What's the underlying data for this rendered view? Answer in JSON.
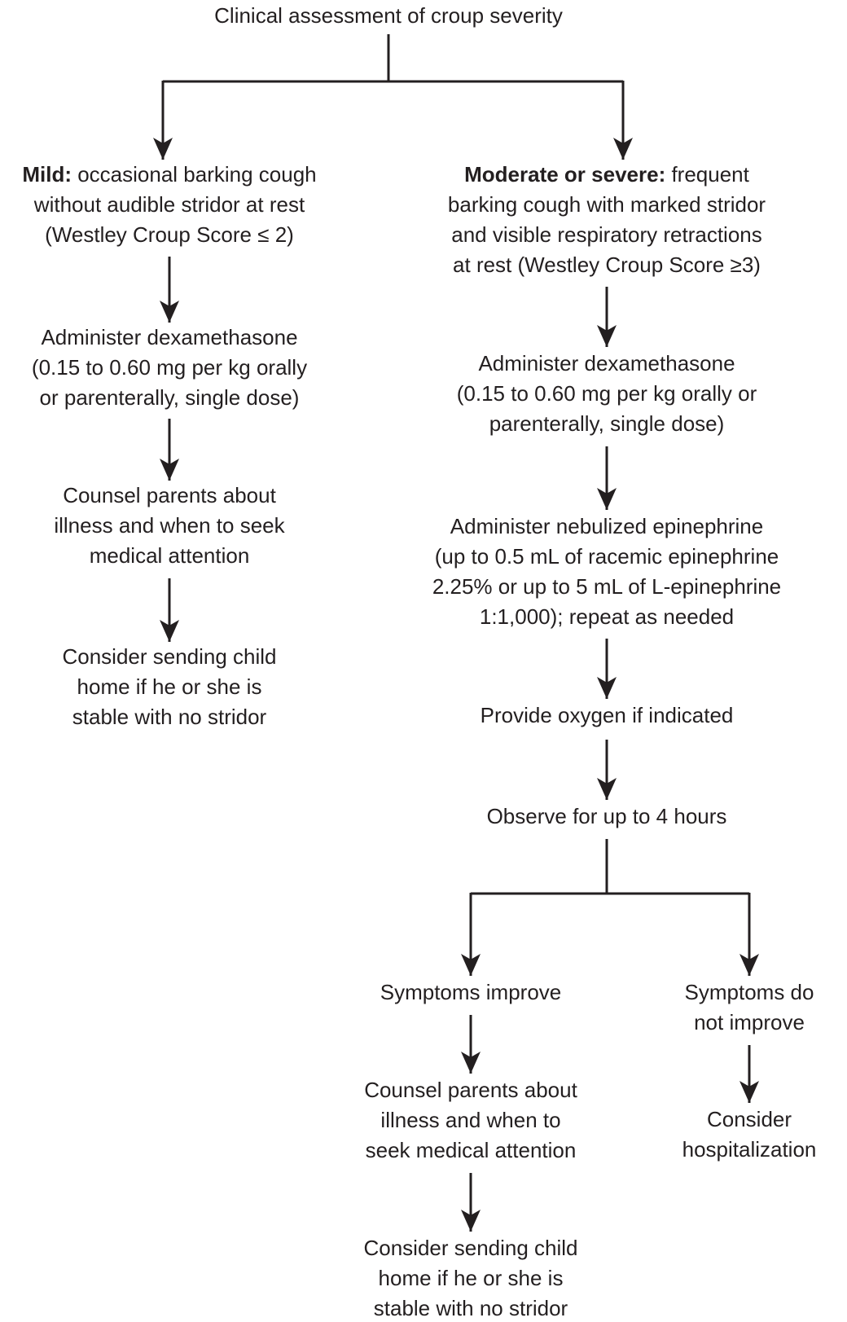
{
  "meta": {
    "background_color": "#ffffff",
    "text_color": "#231f20",
    "line_color": "#231f20"
  },
  "title": "Clinical assessment of croup severity",
  "nodes": {
    "mild": {
      "lines": [
        {
          "bold": "Mild:",
          "text": " occasional barking cough"
        },
        {
          "text": "without audible stridor at rest"
        },
        {
          "text": "(Westley Croup Score ≤ 2)"
        }
      ]
    },
    "mild_dexamethasone": {
      "lines": [
        {
          "text": "Administer dexamethasone"
        },
        {
          "text": "(0.15 to 0.60 mg per kg orally"
        },
        {
          "text": "or parenterally, single dose)"
        }
      ]
    },
    "mild_counsel": {
      "lines": [
        {
          "text": "Counsel parents about"
        },
        {
          "text": "illness and when to seek"
        },
        {
          "text": "medical attention"
        }
      ]
    },
    "mild_home": {
      "lines": [
        {
          "text": "Consider sending child"
        },
        {
          "text": "home if he or she is"
        },
        {
          "text": "stable with no stridor"
        }
      ]
    },
    "moderate": {
      "lines": [
        {
          "bold": "Moderate or severe:",
          "text": " frequent"
        },
        {
          "text": "barking cough with marked stridor"
        },
        {
          "text": "and visible respiratory retractions"
        },
        {
          "text": "at rest (Westley Croup Score ≥3)"
        }
      ]
    },
    "moderate_dexamethasone": {
      "lines": [
        {
          "text": "Administer dexamethasone"
        },
        {
          "text": "(0.15 to 0.60 mg per kg orally or"
        },
        {
          "text": "parenterally, single dose)"
        }
      ]
    },
    "epinephrine": {
      "lines": [
        {
          "text": "Administer nebulized epinephrine"
        },
        {
          "text": "(up to 0.5 mL of racemic epinephrine"
        },
        {
          "text": "2.25% or up to 5 mL of L-epinephrine"
        },
        {
          "text": "1:1,000); repeat as needed"
        }
      ]
    },
    "oxygen": {
      "lines": [
        {
          "text": "Provide oxygen if indicated"
        }
      ]
    },
    "observe": {
      "lines": [
        {
          "text": "Observe for up to 4 hours"
        }
      ]
    },
    "symptoms_improve": {
      "lines": [
        {
          "text": "Symptoms improve"
        }
      ]
    },
    "symptoms_not_improve": {
      "lines": [
        {
          "text": "Symptoms do"
        },
        {
          "text": "not improve"
        }
      ]
    },
    "improve_counsel": {
      "lines": [
        {
          "text": "Counsel parents about"
        },
        {
          "text": "illness and when to"
        },
        {
          "text": "seek medical attention"
        }
      ]
    },
    "improve_home": {
      "lines": [
        {
          "text": "Consider sending child"
        },
        {
          "text": "home if he or she is"
        },
        {
          "text": "stable with no stridor"
        }
      ]
    },
    "hospitalization": {
      "lines": [
        {
          "text": "Consider"
        },
        {
          "text": "hospitalization"
        }
      ]
    }
  }
}
